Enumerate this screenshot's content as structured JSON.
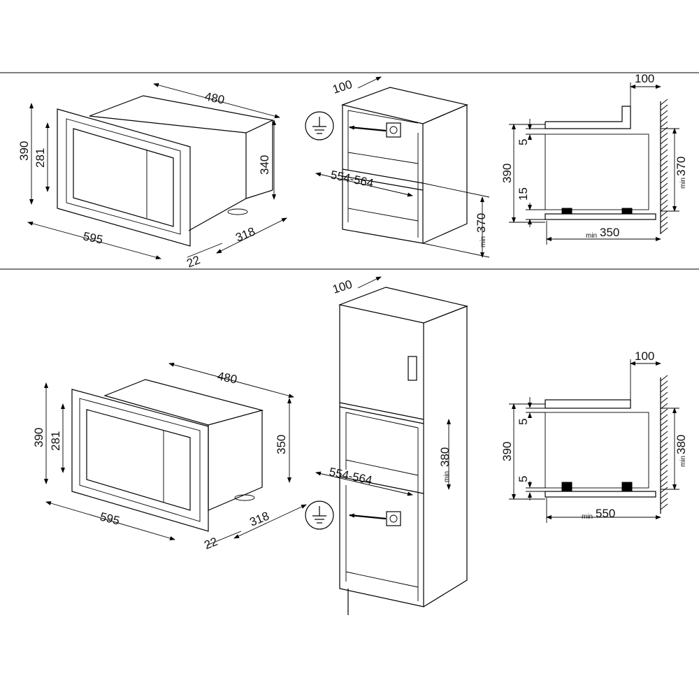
{
  "top": {
    "oven": {
      "width": "480",
      "height_outer": "390",
      "height_inner": "281",
      "height_body": "340",
      "front_width": "595",
      "depth": "318",
      "door_depth": "22"
    },
    "cabinet": {
      "gap_top": "100",
      "niche_width": "554-564",
      "niche_height": "370",
      "min_label": "min"
    },
    "side": {
      "gap": "100",
      "height": "390",
      "top_gap": "5",
      "bottom_gap": "15",
      "niche_height": "370",
      "depth": "350",
      "min_label": "min"
    }
  },
  "bottom": {
    "oven": {
      "width": "480",
      "height_outer": "390",
      "height_inner": "281",
      "height_body": "350",
      "front_width": "595",
      "depth": "318",
      "door_depth": "22"
    },
    "cabinet": {
      "gap_top": "100",
      "niche_width": "554-564",
      "niche_height": "380",
      "min_label": "min"
    },
    "side": {
      "gap": "100",
      "height": "390",
      "top_gap": "5",
      "bottom_gap": "5",
      "niche_height": "380",
      "depth": "550",
      "min_label": "min"
    }
  },
  "icons": {
    "earth": "earth-ground-icon",
    "arrow": "arrow-icon"
  },
  "colors": {
    "line": "#000000",
    "background": "#ffffff"
  }
}
